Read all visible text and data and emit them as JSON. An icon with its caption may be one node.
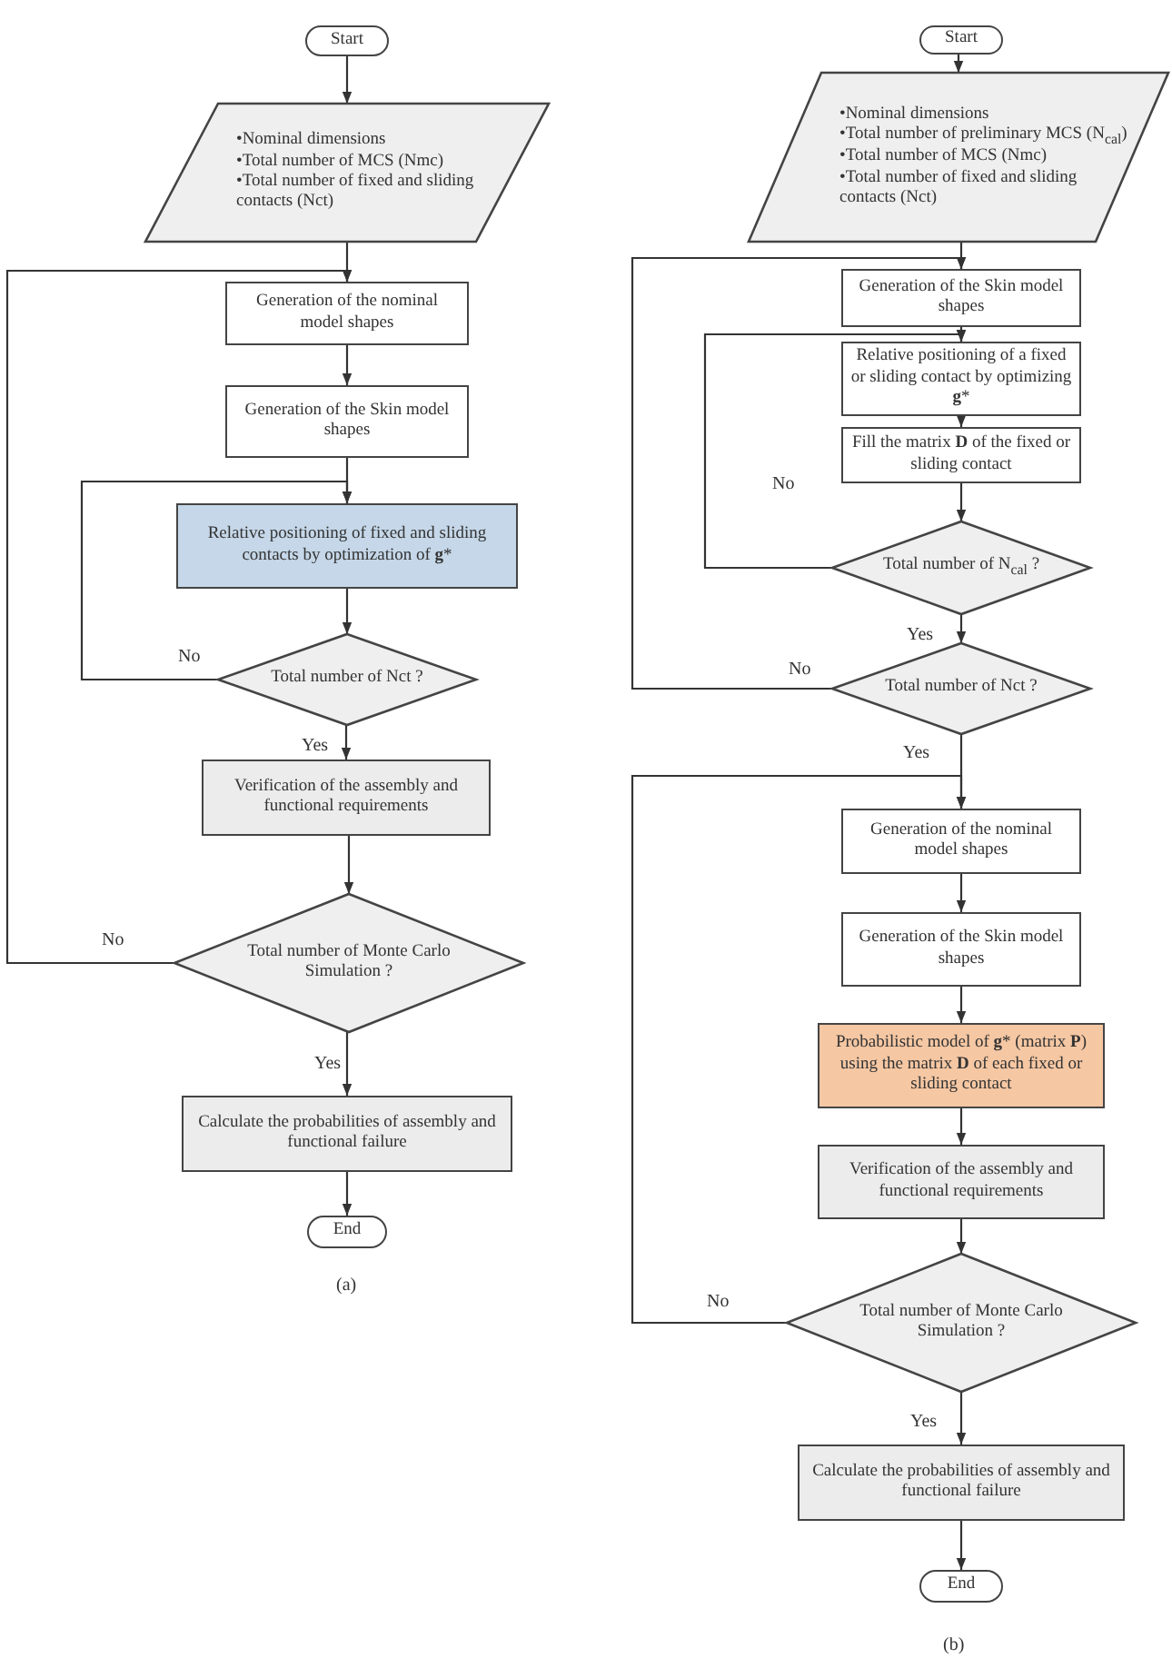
{
  "diagram": {
    "nodes": [
      {
        "text": [
          "Start"
        ]
      },
      {
        "text": [
          "•Nominal dimensions",
          "•Total number of MCS (Nmc)",
          "•Total number of fixed and sliding contacts (Nct)"
        ]
      },
      {
        "text": [
          "Generation of the nominal model shapes"
        ]
      },
      {
        "text": [
          "Generation of the Skin model shapes"
        ]
      },
      {
        "text": [
          "Relative positioning of fixed and sliding contacts by optimization of **g***"
        ]
      },
      {
        "text": [
          "Total number of Nct ?"
        ]
      },
      {
        "text": [
          "Verification of the assembly and functional requirements"
        ]
      },
      {
        "text": [
          "Total number of Monte Carlo Simulation ?"
        ]
      },
      {
        "text": [
          "Calculate the probabilities of assembly and functional failure"
        ]
      },
      {
        "text": [
          "End"
        ]
      },
      {
        "text": [
          "Start"
        ]
      },
      {
        "text": [
          "•Nominal dimensions",
          "•Total number of preliminary MCS (N$_{cal}$)",
          "•Total number of MCS (Nmc)",
          "•Total number of fixed and sliding contacts (Nct)"
        ]
      },
      {
        "text": [
          "Generation of the Skin model shapes"
        ]
      },
      {
        "text": [
          "Relative positioning of a fixed or sliding contact by optimizing **g***"
        ]
      },
      {
        "text": [
          "Fill the matrix **D** of the fixed or sliding contact"
        ]
      },
      {
        "text": [
          "Total number of N$_{cal}$ ?"
        ]
      },
      {
        "text": [
          "Total number of Nct ?"
        ]
      },
      {
        "text": [
          "Generation of the nominal model shapes"
        ]
      },
      {
        "text": [
          "Generation of the Skin model shapes"
        ]
      },
      {
        "text": [
          "Probabilistic model of **g*** (matrix **P**) using the matrix **D** of each fixed or sliding contact"
        ]
      },
      {
        "text": [
          "Verification of the assembly and functional requirements"
        ]
      },
      {
        "text": [
          "Total number of Monte Carlo Simulation ?"
        ]
      },
      {
        "text": [
          "Calculate the probabilities of assembly and functional failure"
        ]
      },
      {
        "text": [
          "End"
        ]
      }
    ],
    "edges": [
      {
        "from": 0,
        "to": 1,
        "arrow": "to"
      },
      {
        "from": 1,
        "to": 2,
        "arrow": "to"
      },
      {
        "from": 2,
        "to": 3,
        "arrow": "to"
      },
      {
        "from": 3,
        "to": 4,
        "arrow": "to"
      },
      {
        "from": 4,
        "to": 5,
        "arrow": "to"
      },
      {
        "from": 5,
        "to": 4,
        "arrow": "to",
        "label": "No"
      },
      {
        "from": 5,
        "to": 6,
        "arrow": "to",
        "label": "Yes"
      },
      {
        "from": 6,
        "to": 7,
        "arrow": "to"
      },
      {
        "from": 7,
        "to": 2,
        "arrow": "to",
        "label": "No"
      },
      {
        "from": 7,
        "to": 8,
        "arrow": "to",
        "label": "Yes"
      },
      {
        "from": 8,
        "to": 9,
        "arrow": "to"
      },
      {
        "from": 10,
        "to": 11,
        "arrow": "to"
      },
      {
        "from": 11,
        "to": 12,
        "arrow": "to"
      },
      {
        "from": 12,
        "to": 13,
        "arrow": "to"
      },
      {
        "from": 13,
        "to": 14,
        "arrow": "to"
      },
      {
        "from": 14,
        "to": 15,
        "arrow": "to"
      },
      {
        "from": 15,
        "to": 13,
        "arrow": "to",
        "label": "No"
      },
      {
        "from": 15,
        "to": 16,
        "arrow": "to",
        "label": "Yes"
      },
      {
        "from": 16,
        "to": 12,
        "arrow": "to",
        "label": "No"
      },
      {
        "from": 16,
        "to": 17,
        "arrow": "to",
        "label": "Yes"
      },
      {
        "from": 17,
        "to": 18,
        "arrow": "to"
      },
      {
        "from": 18,
        "to": 19,
        "arrow": "to"
      },
      {
        "from": 19,
        "to": 20,
        "arrow": "to"
      },
      {
        "from": 20,
        "to": 21,
        "arrow": "to"
      },
      {
        "from": 21,
        "to": 17,
        "arrow": "to",
        "label": "No"
      },
      {
        "from": 21,
        "to": 22,
        "arrow": "to",
        "label": "Yes"
      },
      {
        "from": 22,
        "to": 23,
        "arrow": "to"
      }
    ],
    "labels": [
      "(a)",
      "(b)"
    ]
  }
}
